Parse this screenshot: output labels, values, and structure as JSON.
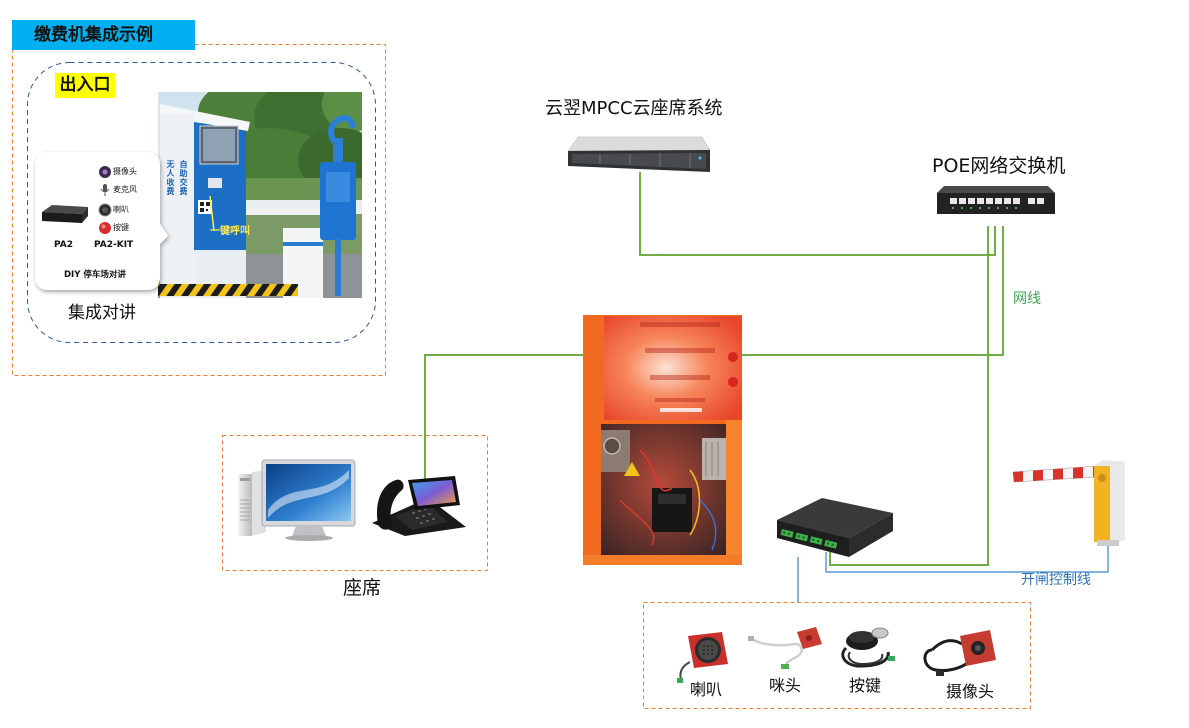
{
  "title": "缴费机集成示例",
  "entrance": {
    "label": "出入口",
    "caption": "集成对讲",
    "photo_text": {
      "call_button": "一键呼叫",
      "side_text_1": "无人收费",
      "side_text_2": "自助交费"
    },
    "inset": {
      "device_label": "PA2",
      "kit_label": "PA2-KIT",
      "caption": "DIY 停车场对讲",
      "items": [
        {
          "icon": "camera-icon",
          "label": "摄像头"
        },
        {
          "icon": "microphone-icon",
          "label": "麦克风"
        },
        {
          "icon": "speaker-icon",
          "label": "喇叭"
        },
        {
          "icon": "push-button-icon",
          "label": "按键"
        }
      ]
    }
  },
  "server": {
    "label": "云翌MPCC云座席系统"
  },
  "switch": {
    "label": "POE网络交换机"
  },
  "connections": {
    "network_cable_label": "网线",
    "gate_control_label": "开闸控制线"
  },
  "seat": {
    "label": "座席"
  },
  "accessories": [
    {
      "icon": "speaker-icon",
      "label": "喇叭"
    },
    {
      "icon": "microphone-icon",
      "label": "咪头"
    },
    {
      "icon": "push-button-icon",
      "label": "按键"
    },
    {
      "icon": "camera-icon",
      "label": "摄像头"
    }
  ],
  "colors": {
    "title_bg": "#00B0F0",
    "highlight": "#FFFF00",
    "group_box": "#ED7D31",
    "inner_box": "#2F5597",
    "network_cable": "#70AD47",
    "control_cable": "#5B9BD5"
  }
}
